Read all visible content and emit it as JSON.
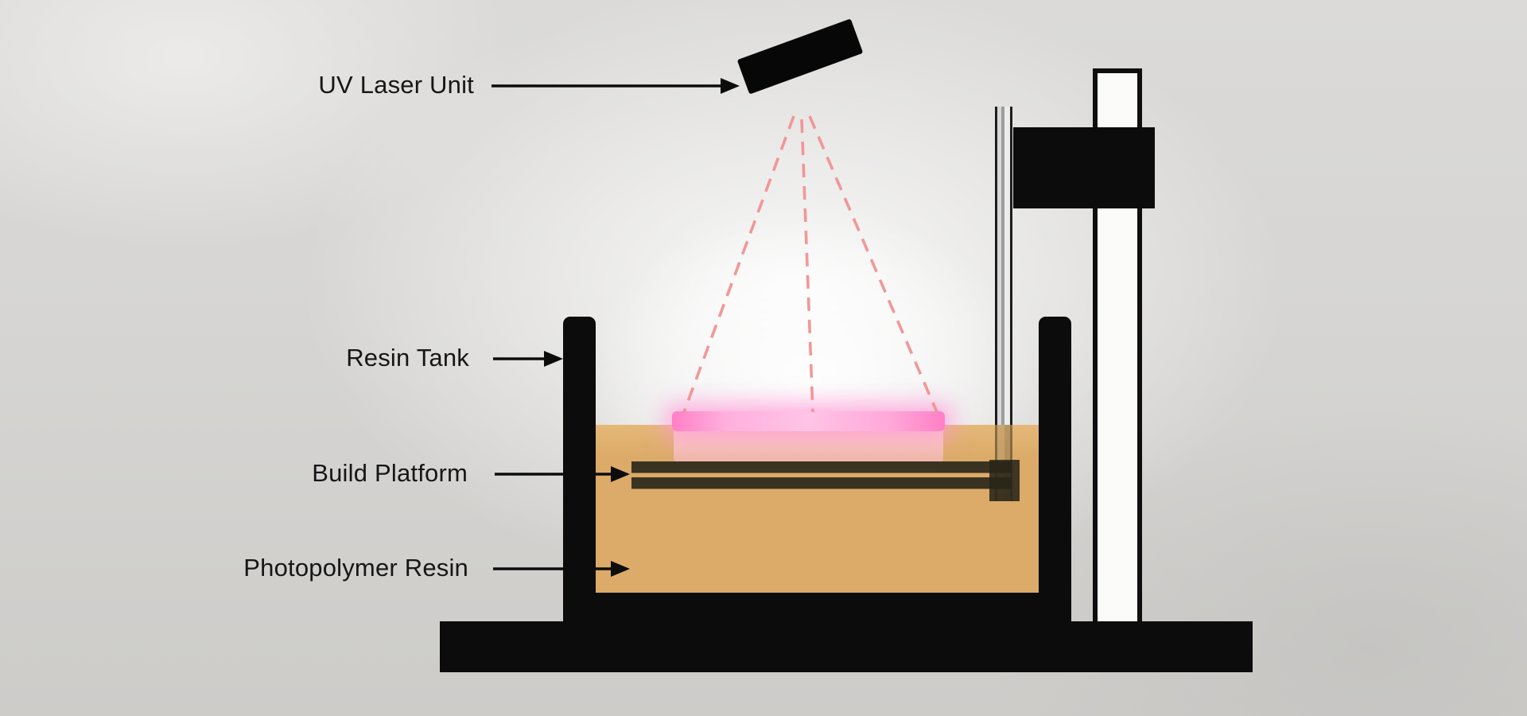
{
  "diagram": {
    "type": "SLA 3D printer schematic",
    "labels": {
      "laser": "UV Laser Unit",
      "tank": "Resin Tank",
      "platform": "Build Platform",
      "resin": "Photopolymer Resin"
    },
    "components": [
      "uv-laser-unit",
      "laser-beams",
      "cured-layer",
      "build-platform",
      "lift-rod",
      "z-axis-column",
      "mount-bracket",
      "resin-tank",
      "photopolymer-resin",
      "machine-base"
    ]
  },
  "colors": {
    "resin": "#dcab69",
    "resin_light": "#e5b878",
    "beam": "#f19191",
    "cured": "#f6c4b8",
    "glow_pink": "#ff9ad6",
    "platform": "#3a3321",
    "ink": "#0c0c0c",
    "label": "#161616"
  }
}
